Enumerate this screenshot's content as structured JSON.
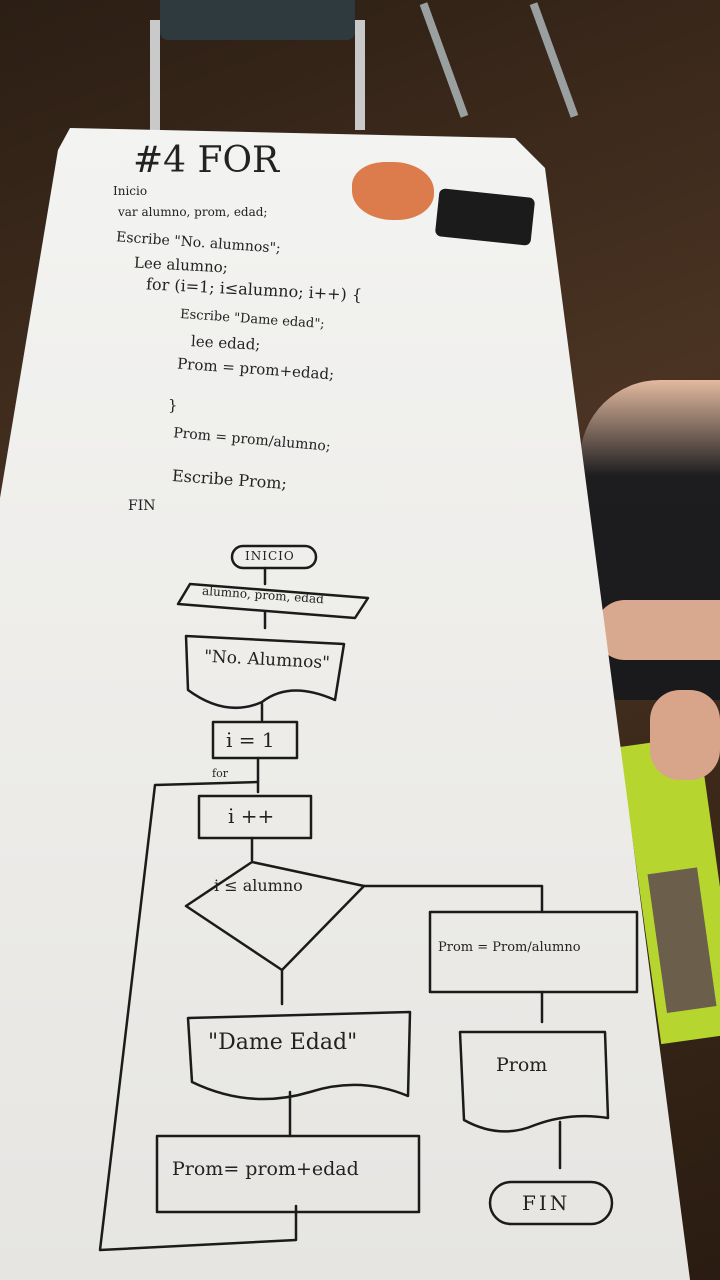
{
  "title": "#4 FOR",
  "code_lines": [
    "Inicio",
    "var alumno, prom, edad;",
    "Escribe \"No. alumnos\";",
    "Lee alumno;",
    "for (i=1; i≤alumno; i++) {",
    "Escribe \"Dame edad\";",
    "lee edad;",
    "Prom = prom+edad;",
    "}",
    "Prom = prom/alumno;",
    "Escribe Prom;",
    "FIN"
  ],
  "flowchart": {
    "start": "INICIO",
    "declare": "alumno, prom, edad",
    "print_prompt": "\"No. Alumnos\"",
    "init": "i = 1",
    "loop_label": "for",
    "increment": "i ++",
    "condition": "i ≤ alumno",
    "ask_age": "\"Dame Edad\"",
    "accumulate": "Prom= prom+edad",
    "average": "Prom = Prom/alumno",
    "print_result": "Prom",
    "end": "FIN"
  }
}
